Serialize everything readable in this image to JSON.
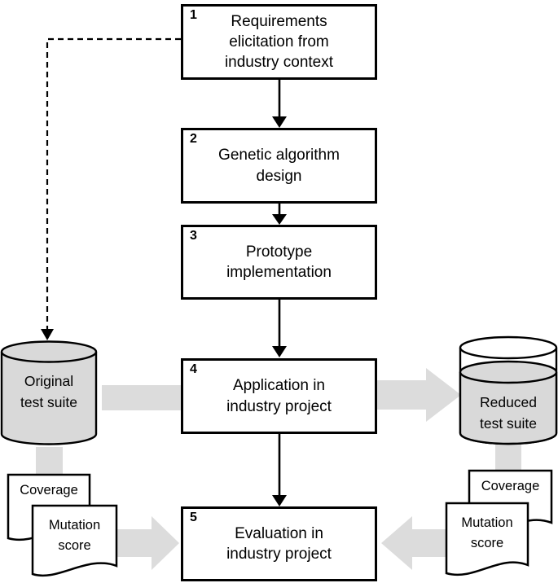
{
  "steps": [
    {
      "number": "1",
      "label": "Requirements\nelicitation from\nindustry context"
    },
    {
      "number": "2",
      "label": "Genetic algorithm\ndesign"
    },
    {
      "number": "3",
      "label": "Prototype\nimplementation"
    },
    {
      "number": "4",
      "label": "Application in\nindustry project"
    },
    {
      "number": "5",
      "label": "Evaluation in\nindustry project"
    }
  ],
  "datastores": {
    "original": {
      "label": "Original\ntest suite"
    },
    "reduced": {
      "label": "Reduced\ntest suite"
    }
  },
  "documents": {
    "left": {
      "coverage": "Coverage",
      "mutation": "Mutation\nscore"
    },
    "right": {
      "coverage": "Coverage",
      "mutation": "Mutation\nscore"
    }
  },
  "colors": {
    "stroke": "#000000",
    "shape_fill": "#d9d9d9",
    "connector_fill": "#dcdcdc",
    "background": "#ffffff",
    "document_fill": "#ffffff"
  }
}
